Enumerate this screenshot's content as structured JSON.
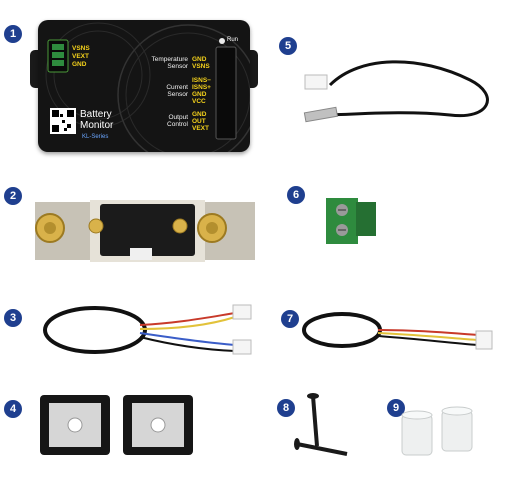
{
  "badges": [
    "1",
    "2",
    "3",
    "4",
    "5",
    "6",
    "7",
    "8",
    "9"
  ],
  "monitor": {
    "left_pins": [
      "VSNS",
      "VEXT",
      "GND"
    ],
    "temp_label": [
      "Temperature",
      "Sensor"
    ],
    "temp_pins": [
      "GND",
      "VSNS"
    ],
    "current_label": [
      "Current",
      "Sensor"
    ],
    "current_pins": [
      "ISNS−",
      "ISNS+",
      "GND",
      "VCC"
    ],
    "output_label": [
      "Output",
      "Control"
    ],
    "output_pins": [
      "GND",
      "OUT",
      "VEXT"
    ],
    "run_label": "Run",
    "brand_line1": "Battery",
    "brand_line2": "Monitor",
    "series": "KL-Series"
  },
  "colors": {
    "badge": "#1f3f8f",
    "yellow_text": "#f5d21b",
    "terminal_green": "#2e8b3e",
    "brass": "#d9b24a"
  }
}
